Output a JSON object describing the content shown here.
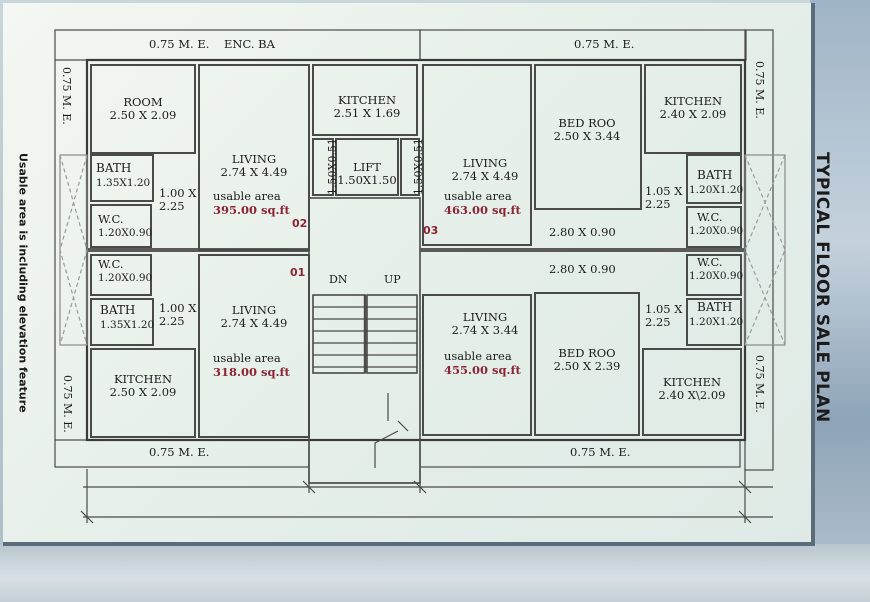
{
  "title": "TYPICAL FLOOR SALE PLAN",
  "side_note": "Usable area is including elevation feature",
  "margins": {
    "top_left": "0.75 M. E.",
    "enc_ba": "ENC. BA",
    "top_right": "0.75 M. E.",
    "left_top": "0.75 M. E.",
    "left_bottom": "0.75 M. E.",
    "right_top": "0.75 M. E.",
    "right_bottom": "0.75 M. E.",
    "bottom_left": "0.75 M. E.",
    "bottom_right": "0.75 M. E."
  },
  "units": {
    "u01": "01",
    "u02": "02",
    "u03": "03"
  },
  "rooms": {
    "room_tl": {
      "name": "ROOM",
      "dim": "2.50 X 2.09"
    },
    "living_02": {
      "name": "LIVING",
      "dim": "2.74 X 4.49",
      "usable": "usable area",
      "area": "395.00 sq.ft"
    },
    "kitchen_top": {
      "name": "KITCHEN",
      "dim": "2.51 X 1.69"
    },
    "lift": {
      "name": "LIFT",
      "dim": "1.50X1.50"
    },
    "shaft_left": "1.50X0.51",
    "shaft_right": "1.50X0.51",
    "living_03": {
      "name": "LIVING",
      "dim": "2.74 X 4.49",
      "usable": "usable area",
      "area": "463.00 sq.ft"
    },
    "bed_tr": {
      "name": "BED ROO",
      "dim": "2.50 X 3.44"
    },
    "kitchen_tr": {
      "name": "KITCHEN",
      "dim": "2.40 X 2.09"
    },
    "bath_tl": {
      "name": "BATH",
      "dim": "1.35X1.20"
    },
    "pass_tl": "1.00 X\n2.25",
    "wc_tl": {
      "name": "W.C.",
      "dim": "1.20X0.90"
    },
    "wc_bl": {
      "name": "W.C.",
      "dim": "1.20X0.90"
    },
    "bath_bl": {
      "name": "BATH",
      "dim": "1.35X1.20"
    },
    "pass_bl": "1.00 X\n2.25",
    "bath_tr": {
      "name": "BATH",
      "dim": "1.20X1.20"
    },
    "pass_tr": "1.05 X\n2.25",
    "wc_tr": {
      "name": "W.C.",
      "dim": "1.20X0.90"
    },
    "wc_br": {
      "name": "W.C.",
      "dim": "1.20X0.90"
    },
    "bath_br": {
      "name": "BATH",
      "dim": "1.20X1.20"
    },
    "pass_br": "1.05 X\n2.25",
    "corr_top": "2.80 X 0.90",
    "corr_bot": "2.80 X 0.90",
    "living_01": {
      "name": "LIVING",
      "dim": "2.74 X 4.49",
      "usable": "usable area",
      "area": "318.00 sq.ft"
    },
    "kitchen_bl": {
      "name": "KITCHEN",
      "dim": "2.50 X 2.09"
    },
    "living_04": {
      "name": "LIVING",
      "dim": "2.74 X 3.44",
      "usable": "usable area",
      "area": "455.00 sq.ft"
    },
    "bed_br": {
      "name": "BED ROO",
      "dim": "2.50 X 2.39"
    },
    "kitchen_br": {
      "name": "KITCHEN",
      "dim": "2.40 X\\2.09"
    }
  },
  "stairs": {
    "down": "DN",
    "up": "UP"
  }
}
